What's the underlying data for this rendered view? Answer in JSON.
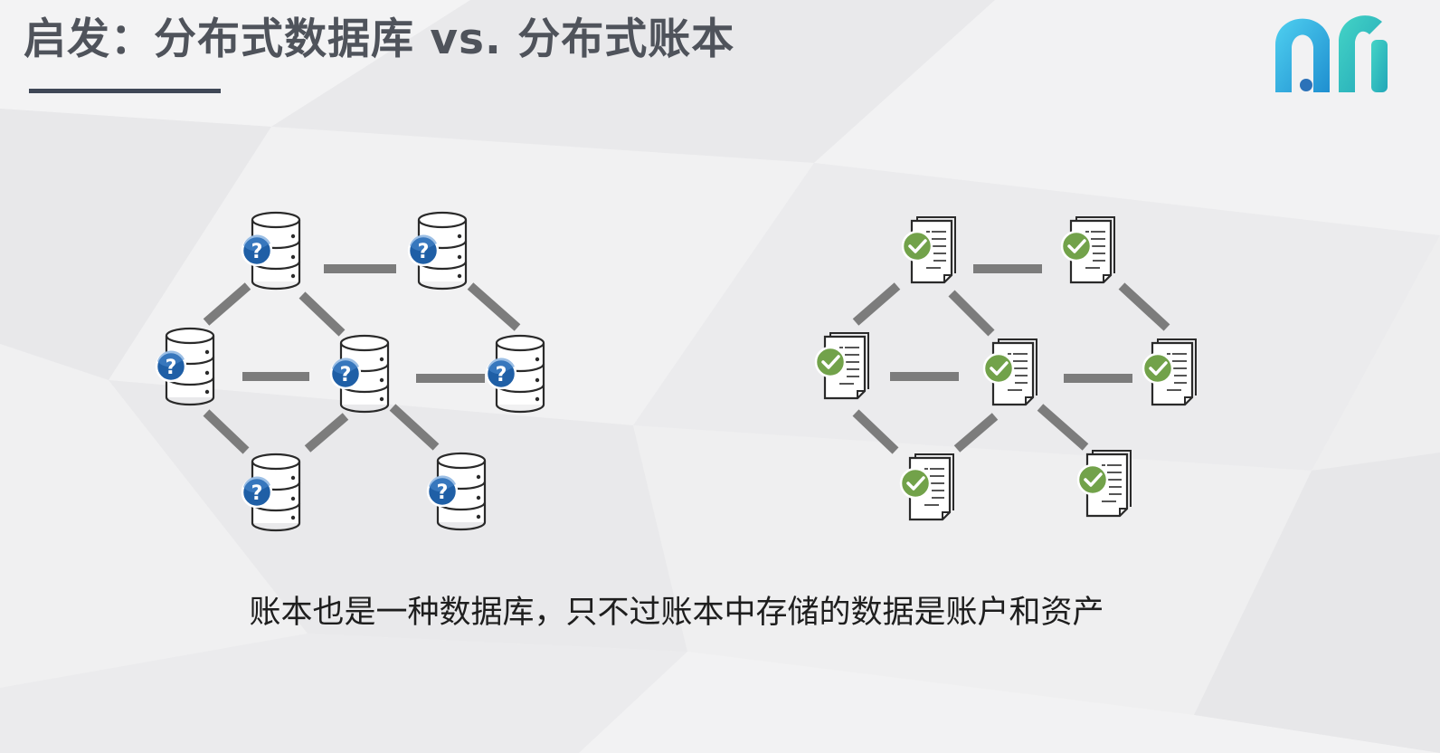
{
  "slide": {
    "title": "启发：分布式数据库 vs. 分布式账本",
    "caption": "账本也是一种数据库，只不过账本中存储的数据是账户和资产"
  },
  "logo": {
    "icon": "m-logo-icon",
    "colors": [
      "#35b7e6",
      "#2fc6c0",
      "#1f8fd0"
    ]
  },
  "left_network": {
    "node_icon": "database-question-icon",
    "node_count": 7,
    "edge_count": 9,
    "edge_color": "#7c7c7c",
    "badge_color": "#1f5fa6"
  },
  "right_network": {
    "node_icon": "document-check-icon",
    "node_count": 7,
    "edge_count": 9,
    "edge_color": "#7c7c7c",
    "badge_color": "#72a24a"
  },
  "colors": {
    "background": "#eeeeef",
    "title": "#4f535b",
    "rule": "#3f4756"
  }
}
